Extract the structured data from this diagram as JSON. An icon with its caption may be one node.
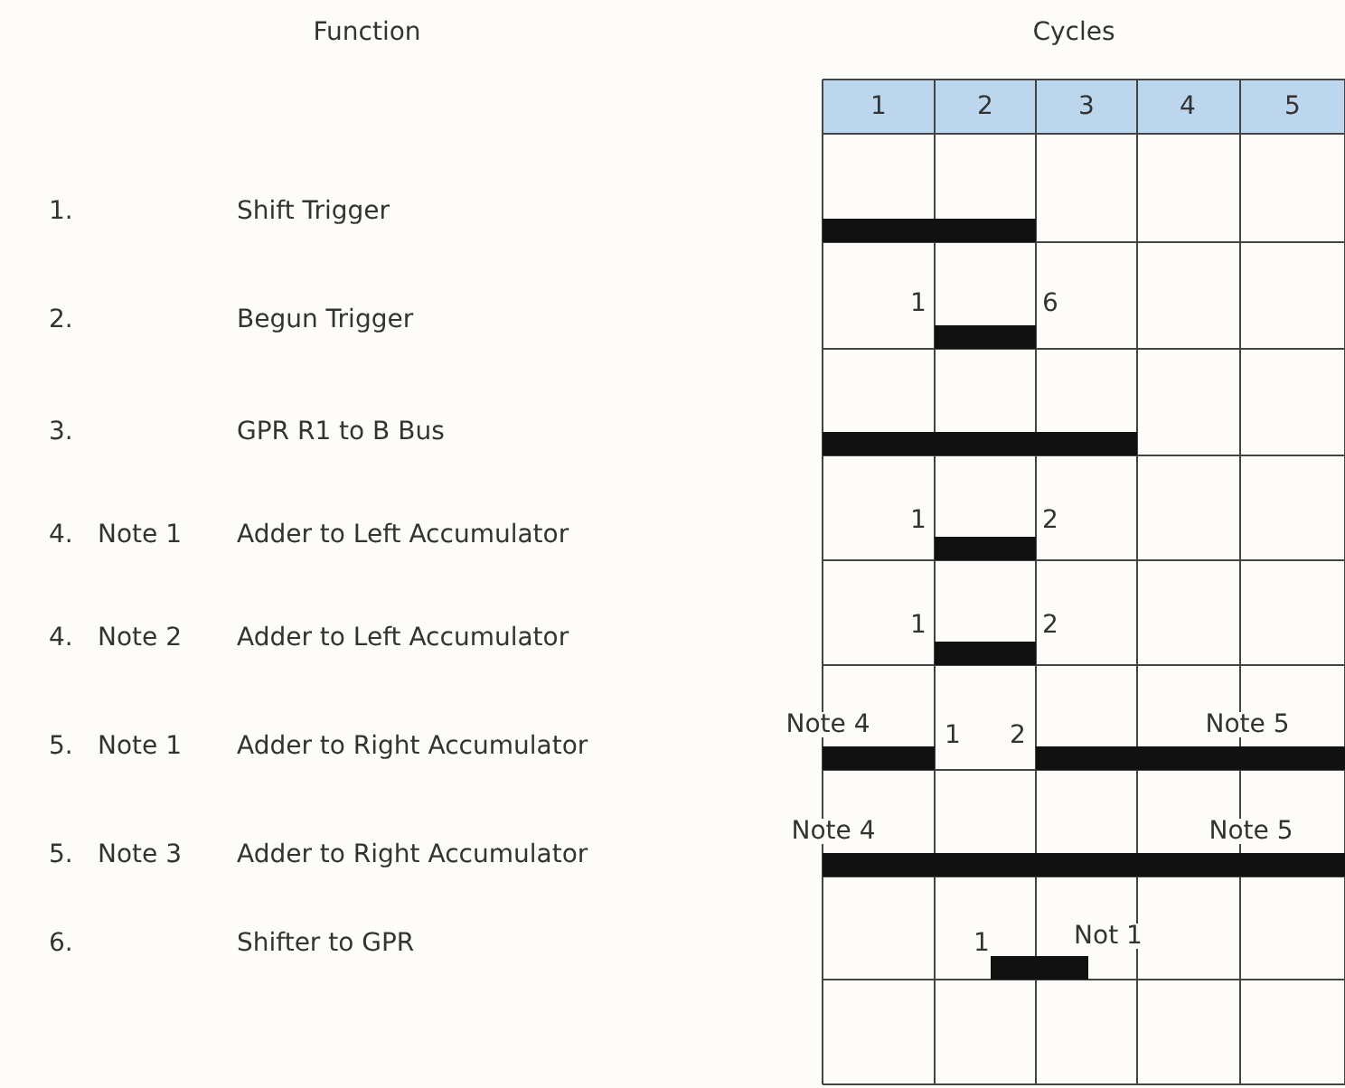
{
  "diagram": {
    "labels": [
      "Function",
      "Cycles",
      "1",
      "2",
      "3",
      "4",
      "5",
      "1.",
      "Shift Trigger",
      "2.",
      "Begun Trigger",
      "1",
      "6",
      "3.",
      "GPR R1 to B Bus",
      "4.",
      "Note 1",
      "Adder to Left Accumulator",
      "1",
      "2",
      "4.",
      "Note 2",
      "Adder to Left Accumulator",
      "1",
      "2",
      "5.",
      "Note 1",
      "Adder to Right Accumulator",
      "Note 4",
      "1",
      "2",
      "Note 5",
      "5.",
      "Note 3",
      "Adder to Right Accumulator",
      "Note 4",
      "Note 5",
      "6.",
      "Shifter to GPR",
      "1",
      "Not 1"
    ]
  }
}
